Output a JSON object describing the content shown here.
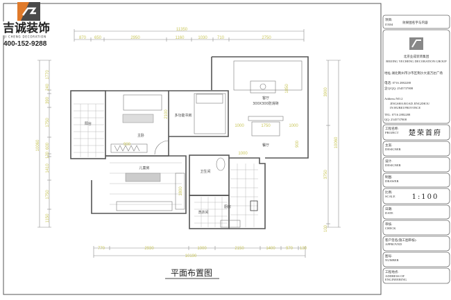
{
  "logo": {
    "brand_cn": "吉诚装饰",
    "brand_en": "JI CHENG DECORATION",
    "phone": "400-152-9288",
    "colors": {
      "orange": "#e07a2a",
      "dark": "#3a3a3a"
    }
  },
  "drawing": {
    "title": "平面布置图",
    "dims_top": {
      "total": "11350",
      "segments": [
        "870",
        "650",
        "2950",
        "1160",
        "1030",
        "710",
        "2750"
      ]
    },
    "dims_bottom": {
      "total": "10190",
      "segments": [
        "770",
        "2930",
        "1000",
        "2150",
        "1400",
        "970",
        "130"
      ]
    },
    "dims_left": {
      "total": "10060",
      "segments": [
        "1770",
        "240",
        "390",
        "1750",
        "600",
        "120",
        "1410",
        "1750",
        "1150"
      ]
    },
    "dims_right": {
      "total": "10060",
      "segments": [
        "3900",
        "3750",
        "100"
      ]
    },
    "dims_inner": [
      "1000",
      "1750",
      "1000",
      "900",
      "1000",
      "2100",
      "1800",
      "900",
      "1850"
    ],
    "rooms": {
      "balcony": "阳台",
      "master_bedroom": "主卧",
      "study": "多功能书房",
      "living_room": "客厅",
      "dining_room": "餐厅",
      "kids_room": "儿童房",
      "bathroom": "卫生间",
      "kitchen": "厨房",
      "laundry": "洗衣间",
      "floor_note": "300X300防滑砖"
    }
  },
  "title_block": {
    "project_row": {
      "label": "项目:",
      "label_en": "ITEM",
      "value": "效果图名字与内容"
    },
    "company": {
      "name": "北京业成装饰集团",
      "subtitle": "BEIJING YECHENG DECORATION GROUP",
      "address": "地址:湖北荆州市沙市区荆沙大道万达广场",
      "tel": "电话: 0716 2882288",
      "qq": "企Q/QQ: 2545737808",
      "address_en_label": "Address:NO.2",
      "address_en_1": "JINGSHA ROAD JINGZHOU",
      "address_en_2": "IN HUBEI PROVINCE",
      "tel_en": "TEL: 0716 2882288",
      "qq_en": "QQ: 2545737808"
    },
    "rows": [
      {
        "label": "工程名称:",
        "label_en": "PROJECT",
        "value": "楚荣首府"
      },
      {
        "label": "主案:",
        "label_en": "DESIGNER",
        "value": ""
      },
      {
        "label": "设计:",
        "label_en": "DESIGNER",
        "value": ""
      },
      {
        "label": "制图:",
        "label_en": "DRAWER",
        "value": ""
      },
      {
        "label": "比例:",
        "label_en": "SCALE",
        "value": "1:100"
      },
      {
        "label": "日期:",
        "label_en": "DATE",
        "value": ""
      },
      {
        "label": "审核:",
        "label_en": "CHECK",
        "value": ""
      },
      {
        "label": "客户签名(施工图审核):",
        "label_en": "APPROVED",
        "value": ""
      },
      {
        "label": "图号:",
        "label_en": "NUMBER",
        "value": ""
      },
      {
        "label": "工程地点:",
        "label_en": "ADDRESS OF",
        "label_en2": "ENGINEERING",
        "value": ""
      }
    ]
  }
}
